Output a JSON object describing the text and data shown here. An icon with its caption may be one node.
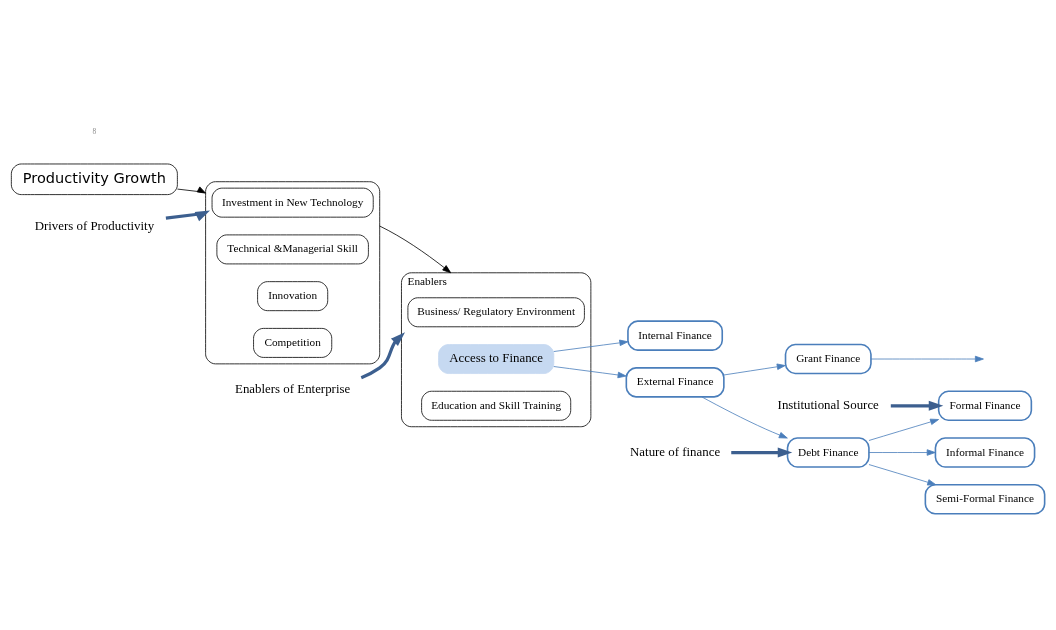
{
  "diagram": {
    "nodes": [
      {
        "text": [
          "Productivity Growth"
        ]
      },
      {
        "text": [
          "Drivers of Productivity"
        ]
      },
      {
        "text": [],
        "shape": "box"
      },
      {
        "text": [
          "Investment in New Technology"
        ],
        "in": 2
      },
      {
        "text": [
          "Technical &Managerial Skill"
        ],
        "in": 2
      },
      {
        "text": [
          "Innovation"
        ],
        "in": 2
      },
      {
        "text": [
          "Competition"
        ],
        "in": 2
      },
      {
        "text": [
          "Enablers of Enterprise"
        ]
      },
      {
        "text": [
          "Enablers"
        ]
      },
      {
        "text": [
          "Business/ Regulatory Environment"
        ],
        "in": 8
      },
      {
        "text": [
          "Access to Finance"
        ],
        "in": 8
      },
      {
        "text": [
          "Education and Skill Training"
        ],
        "in": 8
      },
      {
        "text": [
          "Nature of finance"
        ]
      },
      {
        "text": [
          "External Finance"
        ]
      },
      {
        "text": [
          "Internal Finance"
        ]
      },
      {
        "text": [
          "Debt Finance"
        ]
      },
      {
        "text": [
          "Grant Finance"
        ]
      },
      {
        "text": [
          "Institutional Source"
        ]
      },
      {
        "text": [
          "Formal Finance"
        ]
      },
      {
        "text": [
          "Semi-Formal Finance"
        ]
      },
      {
        "text": [
          "Informal Finance"
        ]
      }
    ],
    "edges": [
      {
        "from": 1,
        "to": 2,
        "arrow": "to",
        "style": "thick",
        "color": "#3c5f8f"
      },
      {
        "from": 7,
        "to": 8,
        "arrow": "to",
        "style": "thick",
        "color": "#3c5f8f"
      },
      {
        "from": 12,
        "to": 15,
        "arrow": "to",
        "style": "thick",
        "color": "#3c5f8f"
      },
      {
        "from": 17,
        "to": 18,
        "arrow": "to",
        "style": "thick",
        "color": "#3c5f8f"
      },
      {
        "from": 0,
        "to": 2,
        "arrow": "to",
        "color": "#000000"
      },
      {
        "from": 2,
        "to": 8,
        "arrow": "to",
        "color": "#000000"
      },
      {
        "from": 10,
        "to": 13,
        "arrow": "to"
      },
      {
        "from": 10,
        "to": 14,
        "arrow": "to"
      },
      {
        "from": 13,
        "to": 15,
        "arrow": "to"
      },
      {
        "from": 13,
        "to": 16,
        "arrow": "to"
      },
      {
        "from": 15,
        "to": 18,
        "arrow": "to"
      },
      {
        "from": 15,
        "to": 19,
        "arrow": "to"
      },
      {
        "from": 15,
        "to": 20,
        "arrow": "to"
      },
      {
        "from": 16,
        "to": null,
        "arrow": "to"
      }
    ],
    "labels": [
      "8"
    ]
  }
}
